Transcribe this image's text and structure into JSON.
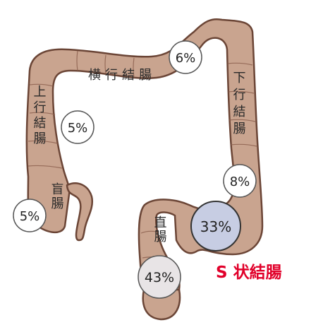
{
  "segments": {
    "transverse": "横行結腸",
    "ascending": "上行結腸",
    "descending": "下行結腸",
    "cecum": "盲腸",
    "rectum": "直腸",
    "sigmoid": "S 状結腸"
  },
  "percentages": {
    "transverse": "6%",
    "ascending": "5%",
    "descending": "8%",
    "cecum": "5%",
    "sigmoid": "33%",
    "rectum": "43%"
  },
  "colors": {
    "colon_fill": "#c9a48f",
    "colon_stroke": "#6b4536",
    "label_text": "#2a2a2a",
    "bubble_fill": "#ffffff",
    "sigmoid_bubble_fill": "#c7cde3",
    "rectum_bubble_fill": "#e8e4e6",
    "sigmoid_label": "#e1002a"
  }
}
